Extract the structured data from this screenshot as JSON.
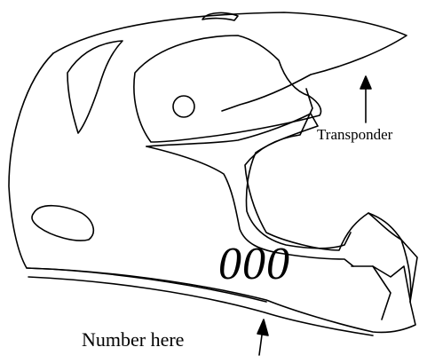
{
  "diagram": {
    "helmet_number": "000",
    "callouts": {
      "transponder": "Transponder",
      "number_location": "Number here"
    }
  },
  "colors": {
    "line": "#000000",
    "background": "#ffffff"
  }
}
